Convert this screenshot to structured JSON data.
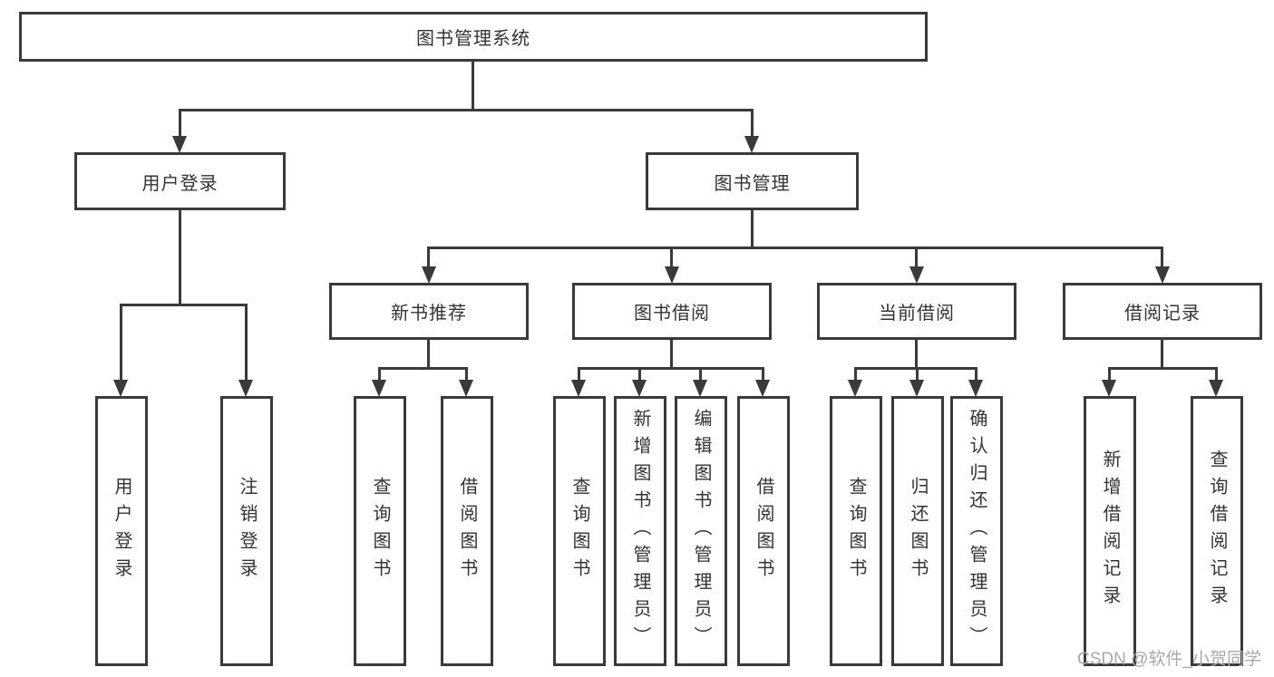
{
  "tree": {
    "root": "图书管理系统",
    "branches": [
      {
        "label": "用户登录",
        "children": [
          "用户登录",
          "注销登录"
        ]
      },
      {
        "label": "图书管理",
        "sections": [
          {
            "label": "新书推荐",
            "children": [
              "查询图书",
              "借阅图书"
            ]
          },
          {
            "label": "图书借阅",
            "children": [
              "查询图书",
              "新增图书（管理员）",
              "编辑图书（管理员）",
              "借阅图书"
            ]
          },
          {
            "label": "当前借阅",
            "children": [
              "查询图书",
              "归还图书",
              "确认归还（管理员）"
            ]
          },
          {
            "label": "借阅记录",
            "children": [
              "新增借阅记录",
              "查询借阅记录"
            ]
          }
        ]
      }
    ]
  },
  "watermark": {
    "text": "CSDN @软件_小贺同学"
  },
  "colors": {
    "line": "#3a3a3a",
    "text": "#333333",
    "watermark": "#a9a9a9",
    "background": "#ffffff"
  }
}
